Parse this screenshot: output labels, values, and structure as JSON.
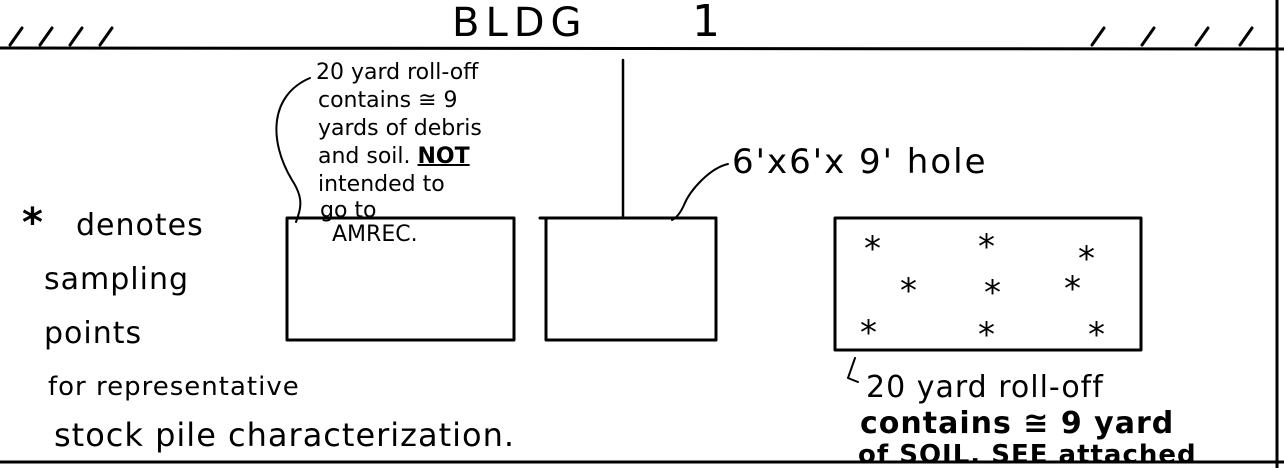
{
  "building": {
    "label": "BLDG",
    "number": "1"
  },
  "left_rolloff_note": {
    "line1": "20 yard roll-off",
    "line2": "contains ≅ 9",
    "line3": "yards of debris",
    "line4_a": "and soil. ",
    "line4_b": "NOT",
    "line5": "intended to",
    "line6": "go to",
    "line7": "AMREC."
  },
  "hole_label": "6'x6'x 9' hole",
  "legend": {
    "symbol": "*",
    "line1": "denotes",
    "line2": "sampling",
    "line3": "points",
    "line4": "for representative",
    "line5": "stock pile characterization."
  },
  "right_rolloff_note": {
    "line1": "20 yard roll-off",
    "line2": "contains ≅ 9 yard",
    "line3": "of SOIL. SEE attached"
  },
  "sample_marker": "*"
}
